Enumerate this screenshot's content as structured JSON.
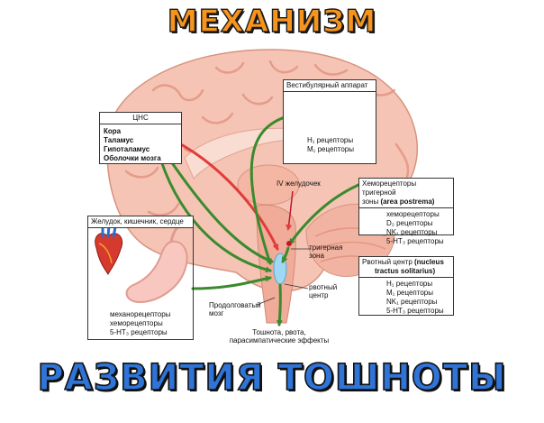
{
  "titles": {
    "top": "МЕХАНИЗМ",
    "bottom": "РАЗВИТИЯ ТОШНОТЫ"
  },
  "cns": {
    "header": "ЦНС",
    "items": [
      "Кора",
      "Таламус",
      "Гипоталамус",
      "Оболочки мозга"
    ]
  },
  "vestibular": {
    "header": "Вестибулярный аппарат",
    "items": [
      "H₁ рецепторы",
      "M₁ рецепторы"
    ]
  },
  "chemoreceptor": {
    "header_line1": "Хеморецепторы тригерной",
    "header_line2": "зоны",
    "header_term": "(area postrema)",
    "items": [
      "хеморецепторы",
      "D₂ рецепторы",
      "NK₁ рецепторы",
      "5-HT₃ рецепторы"
    ]
  },
  "stomach": {
    "header": "Желудок, кишечник, сердце",
    "items": [
      "механорецепторы",
      "хеморецепторы",
      "5-HT₃ рецепторы"
    ]
  },
  "vomit_center": {
    "header_line1": "Рвотный центр",
    "header_term1": "(nucleus",
    "header_term2": "tractus solitarius)",
    "items": [
      "H₁ рецепторы",
      "M₁ рецепторы",
      "NK₁ рецепторы",
      "5-HT₃ рецепторы"
    ]
  },
  "labels": {
    "fourth_ventricle": "IV желудочек",
    "trigger_zone_line1": "тригерная",
    "trigger_zone_line2": "зона",
    "vomit_center_line1": "рвотный",
    "vomit_center_line2": "центр",
    "medulla_line1": "Продолговатый",
    "medulla_line2": "мозг",
    "outcome_line1": "Тошнота, рвота,",
    "outcome_line2": "парасимпатические эффекты"
  },
  "colors": {
    "title_top": "#f7941d",
    "title_bottom": "#2f74d6",
    "green_arrow": "#3a8a2e",
    "red_arrow": "#e23b3b",
    "brain_pink": "#f5c4b4",
    "brain_fold": "#e79c88",
    "center_blue": "#9fd8f2"
  }
}
